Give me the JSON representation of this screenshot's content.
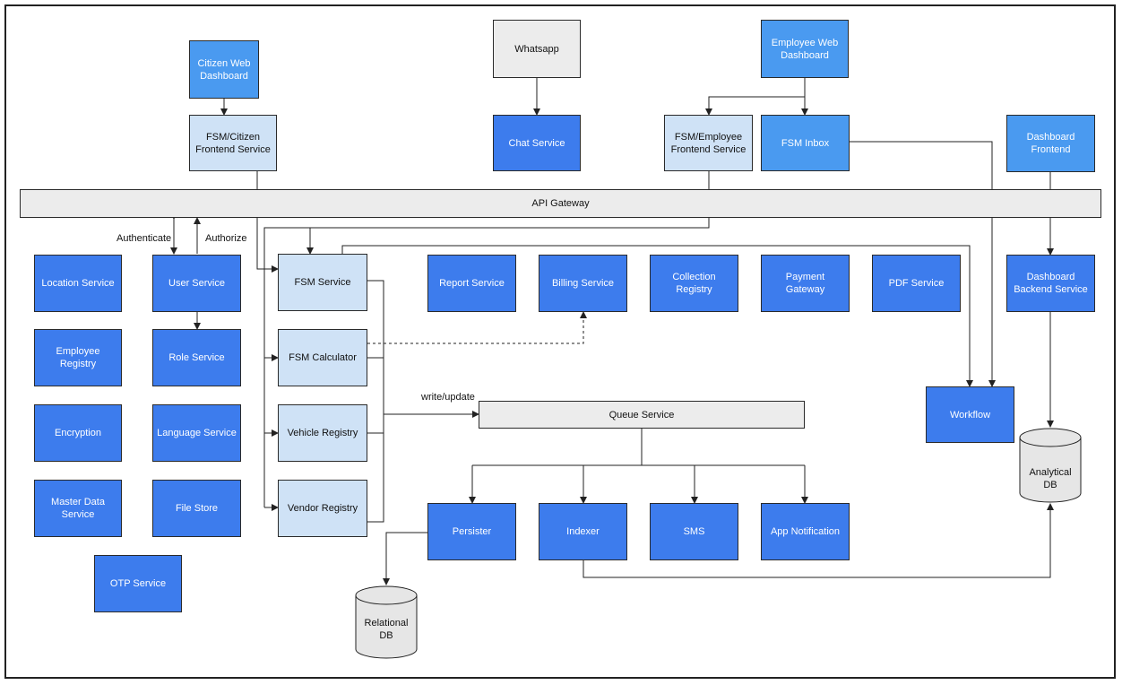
{
  "colors": {
    "service_blue": "#3d7ced",
    "frontend_sky": "#4a9af0",
    "light_service": "#cfe2f6",
    "gateway_grey": "#ececec",
    "line": "#222222"
  },
  "nodes": {
    "citizen_web_dashboard": "Citizen Web Dashboard",
    "whatsapp": "Whatsapp",
    "employee_web_dashboard": "Employee Web Dashboard",
    "fsm_citizen_frontend": "FSM/Citizen Frontend Service",
    "chat_service": "Chat Service",
    "fsm_employee_frontend": "FSM/Employee Frontend Service",
    "fsm_inbox": "FSM Inbox",
    "dashboard_frontend": "Dashboard Frontend",
    "api_gateway": "API Gateway",
    "location_service": "Location Service",
    "user_service": "User Service",
    "employee_registry": "Employee Registry",
    "role_service": "Role Service",
    "encryption": "Encryption",
    "language_service": "Language Service",
    "master_data_service": "Master Data Service",
    "file_store": "File Store",
    "otp_service": "OTP Service",
    "fsm_service": "FSM Service",
    "fsm_calculator": "FSM Calculator",
    "vehicle_registry": "Vehicle Registry",
    "vendor_registry": "Vendor Registry",
    "report_service": "Report Service",
    "billing_service": "Billing Service",
    "collection_registry": "Collection Registry",
    "payment_gateway": "Payment Gateway",
    "pdf_service": "PDF Service",
    "dashboard_backend": "Dashboard Backend Service",
    "workflow": "Workflow",
    "queue_service": "Queue Service",
    "persister": "Persister",
    "indexer": "Indexer",
    "sms": "SMS",
    "app_notification": "App Notification",
    "relational_db": "Relational DB",
    "analytical_db": "Analytical DB"
  },
  "edge_labels": {
    "authenticate": "Authenticate",
    "authorize": "Authorize",
    "write_update": "write/update"
  }
}
